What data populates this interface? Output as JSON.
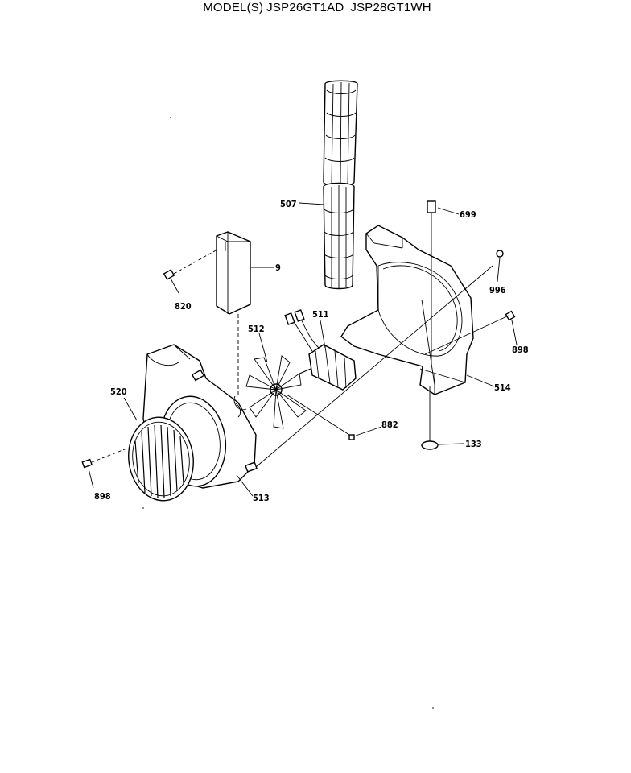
{
  "title": {
    "prefix": "MODEL(S)",
    "model_1": "JSP26GT1AD",
    "model_2": "JSP28GT1WH"
  },
  "callouts": {
    "c507": "507",
    "c699": "699",
    "c9": "9",
    "c820": "820",
    "c996": "996",
    "c898": "898",
    "c511": "511",
    "c512": "512",
    "c514": "514",
    "c520": "520",
    "c882": "882",
    "c133": "133",
    "c898b": "898",
    "c513": "513"
  }
}
